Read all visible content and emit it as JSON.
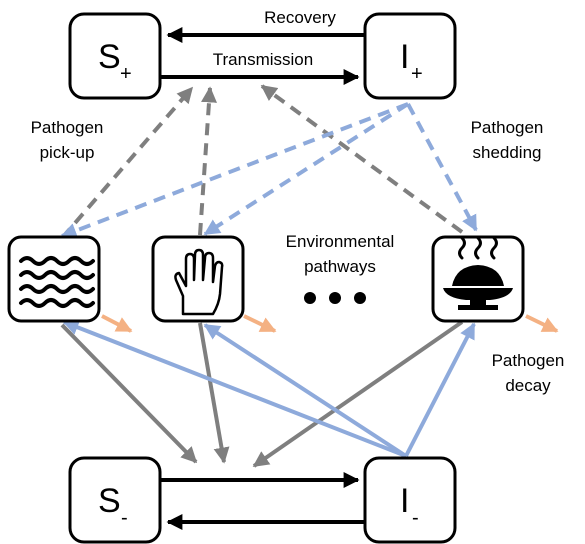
{
  "nodes": {
    "s_plus": {
      "main": "S",
      "sub": "+"
    },
    "i_plus": {
      "main": "I",
      "sub": "+"
    },
    "s_minus": {
      "main": "S",
      "sub": "-"
    },
    "i_minus": {
      "main": "I",
      "sub": "-"
    }
  },
  "labels": {
    "recovery": "Recovery",
    "transmission": "Transmission",
    "pickup_line1": "Pathogen",
    "pickup_line2": "pick-up",
    "shedding_line1": "Pathogen",
    "shedding_line2": "shedding",
    "env_line1": "Environmental",
    "env_line2": "pathways",
    "decay_line1": "Pathogen",
    "decay_line2": "decay"
  },
  "environments": [
    {
      "icon": "water-waves-icon"
    },
    {
      "icon": "hand-icon"
    },
    {
      "icon": "food-plate-icon"
    }
  ],
  "colors": {
    "pickup": "#7f7f7f",
    "shedding": "#8eaadb",
    "decay": "#f4b183",
    "state": "#000000"
  }
}
